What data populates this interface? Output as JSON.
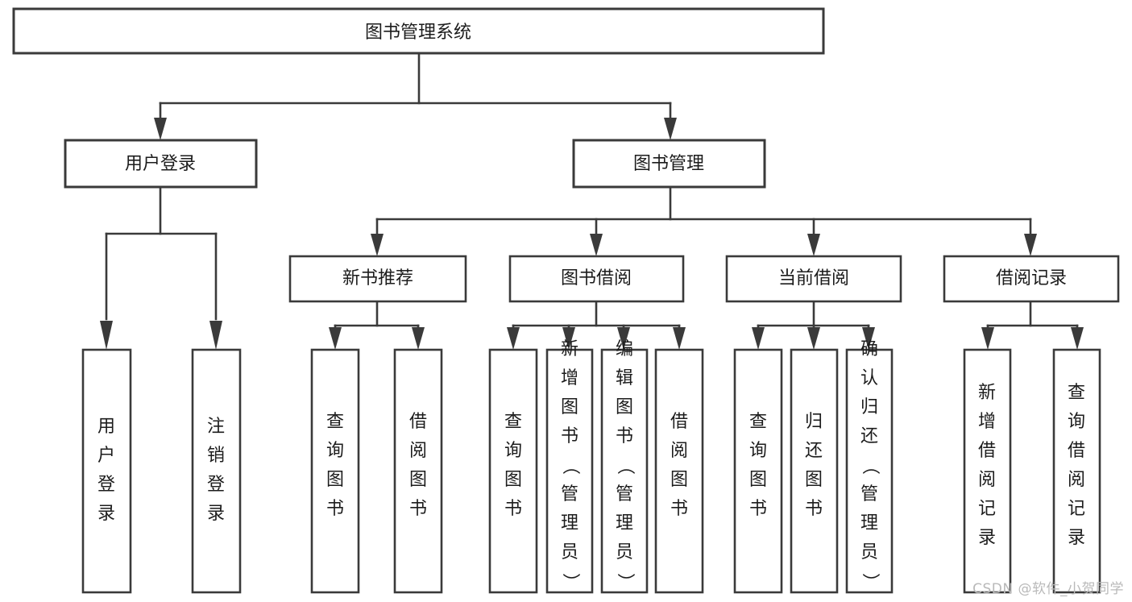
{
  "diagram": {
    "type": "tree-hierarchy-flowchart",
    "title": "图书管理系统",
    "root": {
      "id": "root",
      "label": "图书管理系统",
      "level": 0
    },
    "level1": [
      {
        "id": "user-login",
        "label": "用户登录"
      },
      {
        "id": "book-management",
        "label": "图书管理"
      }
    ],
    "level2": [
      {
        "id": "new-book-recommend",
        "label": "新书推荐",
        "parent": "book-management"
      },
      {
        "id": "book-borrow",
        "label": "图书借阅",
        "parent": "book-management"
      },
      {
        "id": "current-borrow",
        "label": "当前借阅",
        "parent": "book-management"
      },
      {
        "id": "borrow-record",
        "label": "借阅记录",
        "parent": "book-management"
      }
    ],
    "leaves": {
      "user-login": [
        {
          "id": "leaf-user-login",
          "label": "用户登录"
        },
        {
          "id": "leaf-logout-login",
          "label": "注销登录"
        }
      ],
      "new-book-recommend": [
        {
          "id": "leaf-query-book-1",
          "label": "查询图书"
        },
        {
          "id": "leaf-borrow-book-1",
          "label": "借阅图书"
        }
      ],
      "book-borrow": [
        {
          "id": "leaf-query-book-2",
          "label": "查询图书"
        },
        {
          "id": "leaf-add-book",
          "label": "新增图书（管理员）"
        },
        {
          "id": "leaf-edit-book",
          "label": "编辑图书（管理员）"
        },
        {
          "id": "leaf-borrow-book-2",
          "label": "借阅图书"
        }
      ],
      "current-borrow": [
        {
          "id": "leaf-query-book-3",
          "label": "查询图书"
        },
        {
          "id": "leaf-return-book",
          "label": "归还图书"
        },
        {
          "id": "leaf-confirm-return",
          "label": "确认归还（管理员）"
        }
      ],
      "borrow-record": [
        {
          "id": "leaf-add-record",
          "label": "新增借阅记录"
        },
        {
          "id": "leaf-query-record",
          "label": "查询借阅记录"
        }
      ]
    },
    "colors": {
      "box_stroke": "#3a3a3a",
      "box_fill": "#ffffff",
      "text": "#1c1c1c",
      "connector": "#3a3a3a",
      "watermark": "#b9b9b9",
      "background": "#ffffff"
    }
  },
  "watermark": {
    "text": "CSDN @软件_小贺同学"
  }
}
